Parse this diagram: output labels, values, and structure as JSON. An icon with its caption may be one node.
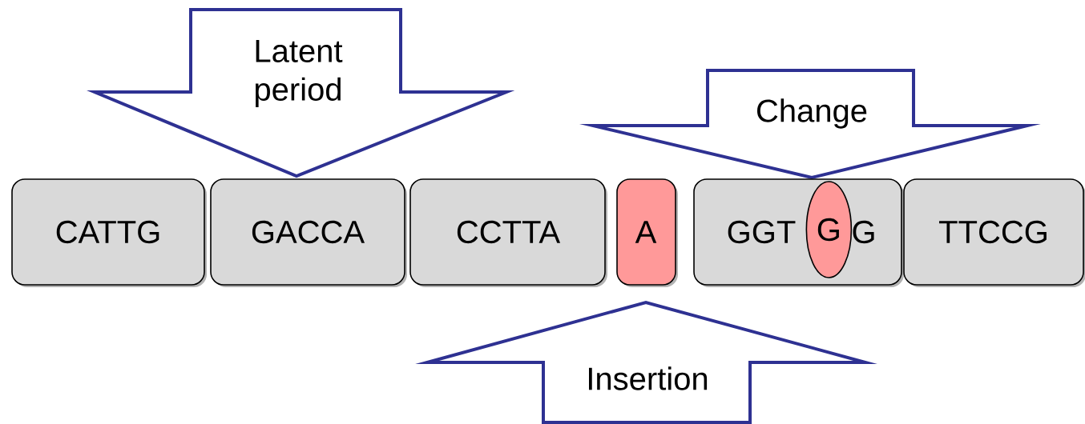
{
  "diagram": {
    "nodes": [
      {
        "text": [
          "Latent period"
        ]
      },
      {
        "text": [
          "Change"
        ]
      },
      {
        "text": [
          "CATTG"
        ]
      },
      {
        "text": [
          "GACCA"
        ]
      },
      {
        "text": [
          "CCTTA"
        ]
      },
      {
        "text": [
          "A"
        ]
      },
      {
        "text": [
          "GGT",
          "G"
        ]
      },
      {
        "text": [
          "G"
        ],
        "in": 6
      },
      {
        "text": [
          "TTCCG"
        ]
      },
      {
        "text": [
          "Insertion"
        ]
      }
    ]
  }
}
